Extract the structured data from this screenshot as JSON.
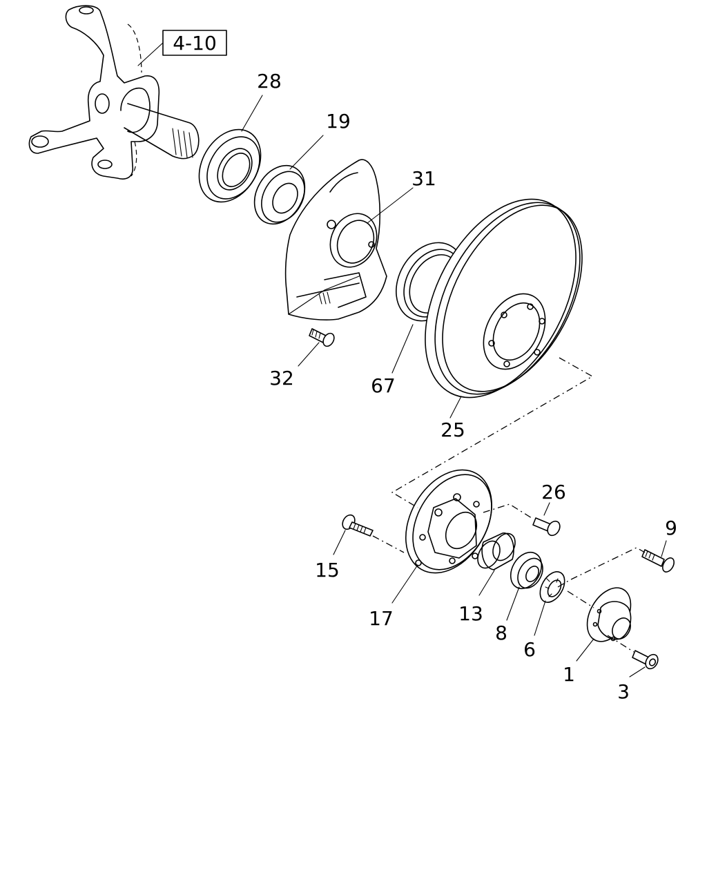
{
  "reference_box": {
    "text": "4-10"
  },
  "parts": [
    {
      "number": "28"
    },
    {
      "number": "19"
    },
    {
      "number": "31"
    },
    {
      "number": "32"
    },
    {
      "number": "67"
    },
    {
      "number": "25"
    },
    {
      "number": "26"
    },
    {
      "number": "9"
    },
    {
      "number": "15"
    },
    {
      "number": "17"
    },
    {
      "number": "13"
    },
    {
      "number": "8"
    },
    {
      "number": "6"
    },
    {
      "number": "1"
    },
    {
      "number": "3"
    }
  ]
}
